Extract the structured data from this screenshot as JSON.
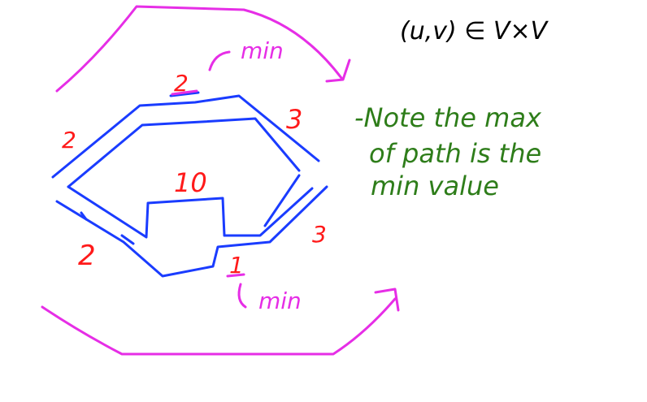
{
  "colors": {
    "path_stroke": "#1a3cff",
    "weight_text": "#ff1a1a",
    "arrow_stroke": "#e62ee6",
    "note_text": "#2e7d1a",
    "header_text": "#000000"
  },
  "header": {
    "formula": "(u,v) ∈ V×V"
  },
  "edge_weights": {
    "top_left": "2",
    "top_middle": "2",
    "top_right": "3",
    "inner_top": "10",
    "bottom_left": "2",
    "bottom_middle": "1",
    "bottom_right": "3"
  },
  "arrows": {
    "top_label": "min",
    "bottom_label": "min"
  },
  "note": {
    "line1": "-Note the max",
    "line2": "of path is the",
    "line3": "min value"
  }
}
